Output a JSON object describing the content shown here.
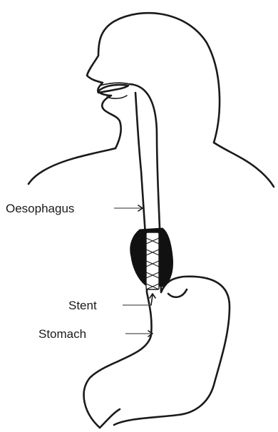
{
  "labels": {
    "oesophagus": "Oesophagus",
    "stent": "Stent",
    "stomach": "Stomach"
  },
  "colors": {
    "line": "#1a1a1a",
    "tumor": "#111111",
    "background": "#ffffff"
  }
}
